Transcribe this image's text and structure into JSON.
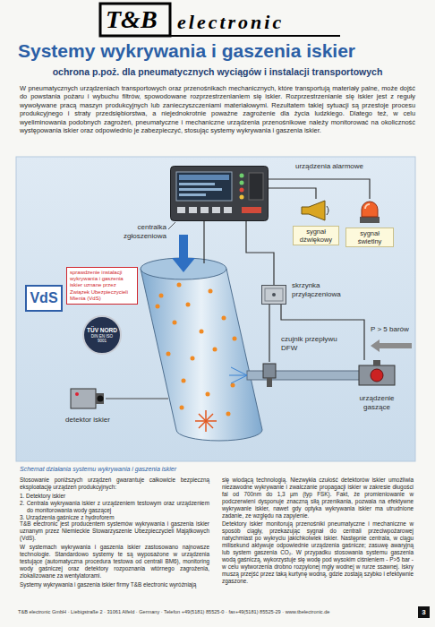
{
  "diagram": {
    "title": "Systemy wykrywania i gaszenia iskier",
    "caption": "Schemat działania systemu wykrywania i gaszenia iskier",
    "nodes": [
      {
        "text": [
          "centralka zgłoszeniowa"
        ]
      },
      {
        "text": [
          "sygnał dźwiękowy"
        ]
      },
      {
        "text": [
          "sygnał świetlny"
        ]
      },
      {
        "text": [
          "skrzynka przyłączeniowa"
        ]
      },
      {
        "text": [
          "czujnik przepływu DFW"
        ]
      },
      {
        "text": [
          "detektor iskier"
        ]
      },
      {
        "text": [
          "urządzenie gaszące"
        ]
      },
      {
        "text": [
          "VdS"
        ]
      },
      {
        "text": [
          "sprawdzenie instalacji wykrywania i gaszenia iskier uznane przez Związek Ubezpieczycieli Mienia (VdS)"
        ]
      },
      {
        "text": [
          "TÜV NORD",
          "DIN EN ISO 9001"
        ]
      }
    ],
    "edges": [
      {
        "from": 0,
        "to": 1,
        "arrow": "none"
      },
      {
        "from": 0,
        "to": 2,
        "arrow": "none"
      },
      {
        "from": 0,
        "to": 3,
        "arrow": "none"
      },
      {
        "from": 3,
        "to": 4,
        "arrow": "none"
      },
      {
        "from": 3,
        "to": 6,
        "arrow": "none"
      }
    ],
    "labels": [
      "T&B",
      "electronic",
      "ochrona p.poż. dla pneumatycznych wyciągów i instalacji transportowych",
      "W pneumatycznych urządzeniach transportowych oraz przenośnikach mechanicznych, które transportują materiały palne, może dojść do powstania pożaru i wybuchu filtrów, spowodowane rozprzestrzenianiem się iskier. Rozprzestrzenianie się iskier jest z reguły wywoływane pracą maszyn produkcyjnych lub zanieczyszczeniami materiałowymi. Rezultatem takiej sytuacji są przestoje procesu produkcyjnego i straty przedsiębiorstwa, a niejednokrotnie poważne zagrożenie dla życia ludzkiego. Dlatego też, w celu wyeliminowania podobnych zagrożeń, pneumatyczne i mechaniczne urządzenia przenośnikowe należy monitorować na okoliczność występowania iskier oraz odpowiednio je zabezpieczyć, stosując systemy wykrywania i gaszenia iskier.",
      "urządzenia alarmowe",
      "P > 5 barów",
      "Stosowanie poniższych urządzeń gwarantuje całkowicie bezpieczną eksploatację urządzeń produkcyjnych:",
      "1. Detektory iskier",
      "2. Centrala wykrywania iskier z urządzeniem testowym oraz urządzeniem do monitorowania wody gaszącej",
      "3. Urządzenia gaśnicze z hydroforem",
      "T&B electronic jest producentem systemów wykrywania i gaszenia iskier uznanym przez Niemieckie Stowarzyszenie Ubezpieczycieli Majątkowych (VdS).",
      "W systemach wykrywania i gaszenia iskier zastosowano najnowsze technologie. Standardowo systemy te są wyposażone w urządzenia testujące (automatyczna procedura testowa od centrali BM6), monitoring wody gaśniczej oraz detektory rozpoznania wtórnego zagrożenia, zlokalizowane za wentylatorami.",
      "Systemy wykrywania i gaszenia iskier firmy T&B electronic wyróżniają",
      "się wiodącą technologią. Niezwykła czułość detektorów iskier umożliwia niezawodne wykrywanie i zwalczanie propagacji iskier w zakresie długości fal od 700nm do 1,3 µm (typ FSK). Fakt, że promieniowanie w podczerwieni dysponuje znaczną siłą przenikania, pozwala na efektywne wykrywanie iskier, nawet gdy optyka wykrywania iskier ma utrudnione zadanie, ze względu na zapylenie.",
      "Detektory iskier monitorują przenośniki pneumatyczne i mechaniczne w sposób ciągły, przekazując sygnał do centrali przeciwpożarowej natychmiast po wykryciu jakichkolwiek iskier. Następnie centrala, w ciągu milisekund aktywuje odpowiednie urządzenia gaśnicze; zasuwę awaryjną lub system gaszenia CO₂. W przypadku stosowania systemu gaszenia wodą gaśniczą, wykorzystuje się wodę pod wysokim ciśnieniem - P>5 bar - w celu wytworzenia drobno rozpylonej mgły wodnej w rurze ssawnej. Iskry muszą przejść przez taką kurtynę wodną, gdzie zostają szybko i efektywnie zgaszone.",
      "T&B electronic GmbH · Liebigstraße 2 · 31061 Alfeld · Germany · Telefon +49(5181) 85525-0 · fax+49(5181) 85525-29 · www.tbelectronic.de",
      "3"
    ]
  }
}
